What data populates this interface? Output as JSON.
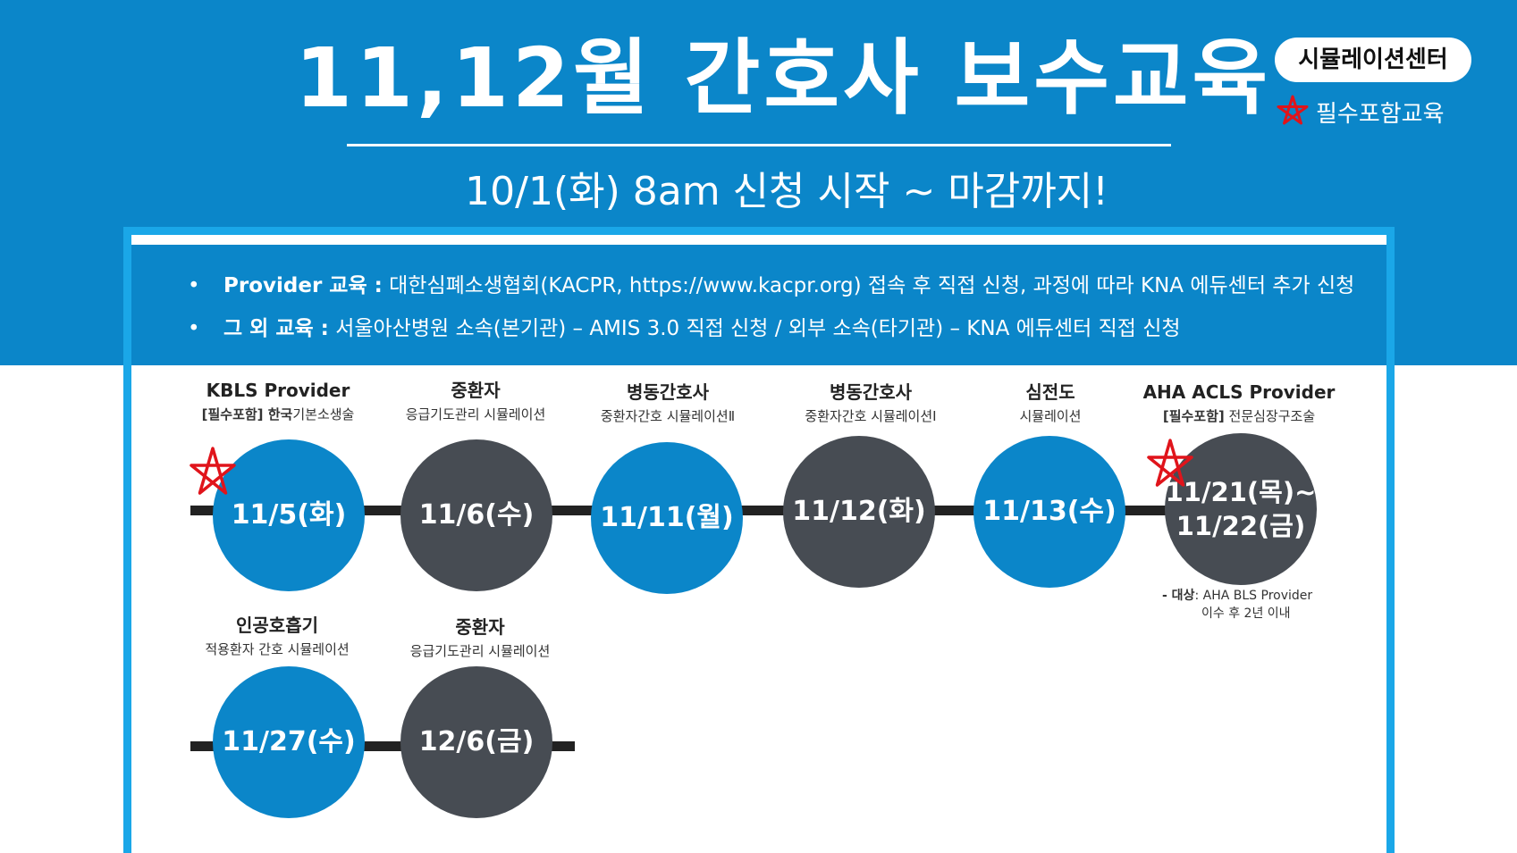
{
  "header": {
    "title": "11,12월 간호사 보수교육",
    "subtitle": "10/1(화) 8am 신청 시작 ~ 마감까지!",
    "badge": "시뮬레이션센터",
    "legend": "필수포함교육"
  },
  "info": [
    {
      "label": "Provider 교육 :",
      "text": "대한심폐소생협회(KACPR, https://www.kacpr.org) 접속 후 직접 신청, 과정에 따라 KNA 에듀센터 추가 신청"
    },
    {
      "label": "그 외 교육 :",
      "text": "서울아산병원 소속(본기관) – AMIS 3.0 직접 신청 / 외부 소속(타기관) – KNA 에듀센터 직접 신청"
    }
  ],
  "events": [
    {
      "title": "KBLS Provider",
      "sub_bold": "[필수포함] 한국",
      "sub": "기본소생술",
      "date": "11/5(화)",
      "color": "blue",
      "required": true
    },
    {
      "title": "중환자",
      "sub_bold": "",
      "sub": "응급기도관리 시뮬레이션",
      "date": "11/6(수)",
      "color": "gray",
      "required": false
    },
    {
      "title": "병동간호사",
      "sub_bold": "",
      "sub": "중환자간호 시뮬레이션Ⅱ",
      "date": "11/11(월)",
      "color": "blue",
      "required": false
    },
    {
      "title": "병동간호사",
      "sub_bold": "",
      "sub": "중환자간호 시뮬레이션Ⅰ",
      "date": "11/12(화)",
      "color": "gray",
      "required": false
    },
    {
      "title": "심전도",
      "sub_bold": "",
      "sub": "시뮬레이션",
      "date": "11/13(수)",
      "color": "blue",
      "required": false
    },
    {
      "title": "AHA ACLS Provider",
      "sub_bold": "[필수포함]",
      "sub": " 전문심장구조술",
      "date_line1": "11/21(목)~",
      "date_line2": "11/22(금)",
      "color": "gray",
      "required": true
    },
    {
      "title": "인공호흡기",
      "sub_bold": "",
      "sub": "적용환자 간호 시뮬레이션",
      "date": "11/27(수)",
      "color": "blue",
      "required": false
    },
    {
      "title": "중환자",
      "sub_bold": "",
      "sub": "응급기도관리 시뮬레이션",
      "date": "12/6(금)",
      "color": "gray",
      "required": false
    }
  ],
  "note": {
    "line1_bold": "- 대상",
    "line1": ": AHA BLS Provider",
    "line2": "이수 후 2년 이내"
  },
  "colors": {
    "blue": "#0b86c9",
    "gray": "#474c53",
    "frame": "#1aa7e8",
    "star": "#e0141b"
  }
}
